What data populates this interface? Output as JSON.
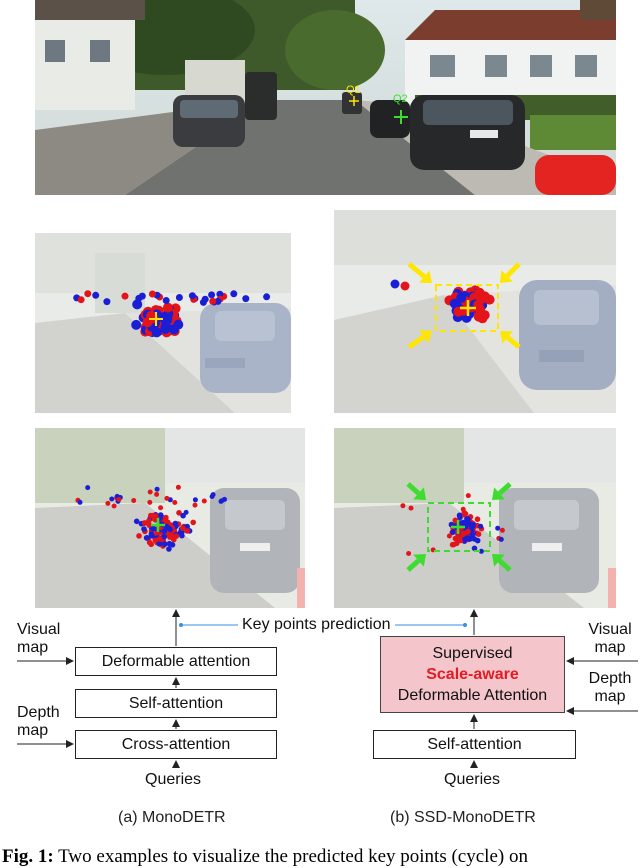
{
  "top_image": {
    "q1_label": "Q1",
    "q2_label": "Q2"
  },
  "diagram": {
    "key_points_label": "Key points prediction",
    "left": {
      "visual_map": "Visual\nmap",
      "depth_map": "Depth\nmap",
      "deformable": "Deformable attention",
      "self_attention": "Self-attention",
      "cross_attention": "Cross-attention",
      "queries": "Queries",
      "caption": "(a) MonoDETR"
    },
    "right": {
      "supervised": "Supervised",
      "scale_aware": "Scale-aware",
      "deformable": "Deformable Attention",
      "visual_map": "Visual\nmap",
      "depth_map": "Depth\nmap",
      "self_attention": "Self-attention",
      "queries": "Queries",
      "caption": "(b) SSD-MonoDETR"
    }
  },
  "figure_caption": {
    "label": "Fig. 1:",
    "text": "Two examples to visualize the predicted key points (cycle) on"
  },
  "colors": {
    "red_points": "#e3151a",
    "blue_points": "#1a1fd6",
    "query_yellow": "#ffe600",
    "query_green": "#3ddc2e",
    "supervised_box": "#f4c6cb",
    "arrow_blue": "#3a8ee6"
  }
}
